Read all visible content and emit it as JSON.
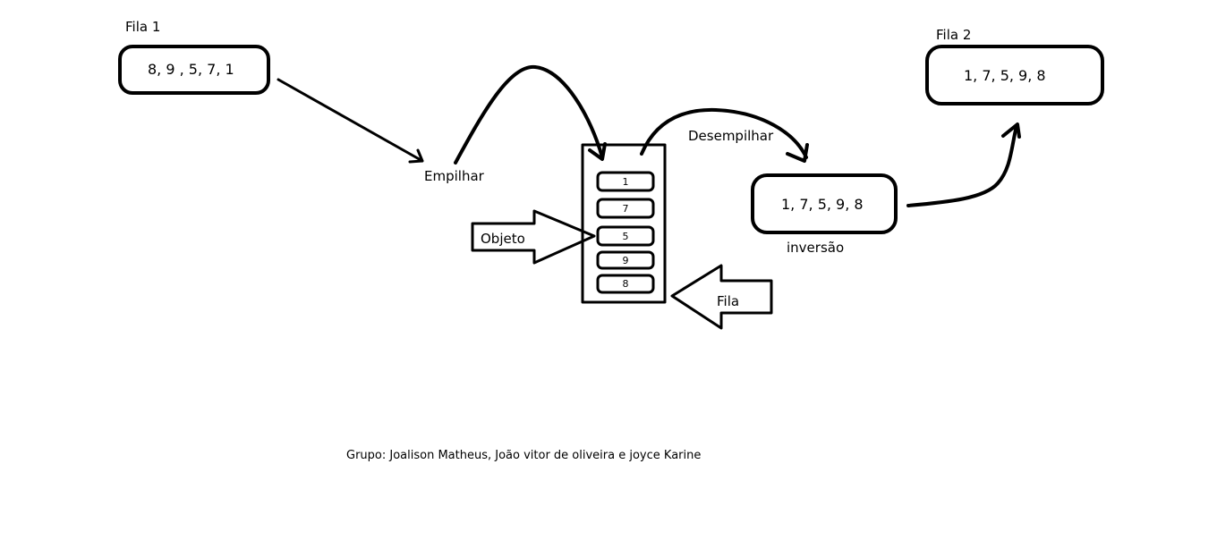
{
  "queue1": {
    "label": "Fila 1",
    "values": "8, 9 , 5, 7, 1"
  },
  "queue2": {
    "label": "Fila 2",
    "values": "1, 7, 5, 9, 8"
  },
  "inverted": {
    "values": "1, 7, 5, 9, 8",
    "label": "inversão"
  },
  "labels": {
    "push": "Empilhar",
    "pop": "Desempilhar",
    "object": "Objeto",
    "queue": "Fila"
  },
  "stack": {
    "items": [
      "1",
      "7",
      "5",
      "9",
      "8"
    ]
  },
  "credits": "Grupo: Joalison Matheus, João vitor de oliveira e joyce Karine"
}
